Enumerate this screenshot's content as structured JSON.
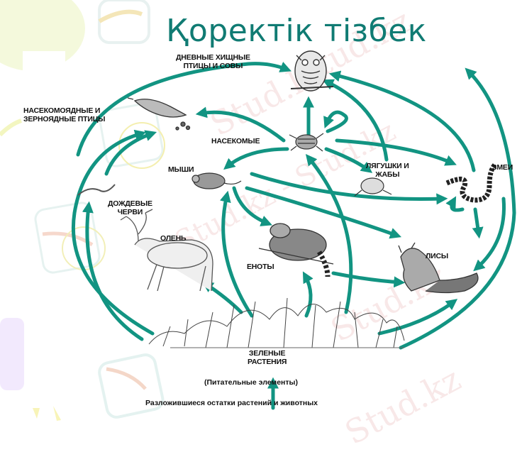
{
  "slide": {
    "title": "Қоректік тізбек",
    "accent_color": "#107b73",
    "arrow_color": "#129482"
  },
  "organisms": {
    "raptors": "ДНЕВНЫЕ ХИЩНЫЕ",
    "raptors_line2": "ПТИЦЫ И СОВЫ",
    "birds": "НАСЕКОМОЯДНЫЕ И",
    "birds_line2": "ЗЕРНОЯДНЫЕ ПТИЦЫ",
    "insects": "НАСЕКОМЫЕ",
    "mice": "МЫШИ",
    "frogs": "ЛЯГУШКИ  И",
    "frogs_line2": "ЖАБЫ",
    "snakes": "ЗМЕИ",
    "worms": "ДОЖДЕВЫЕ",
    "worms_line2": "ЧЕРВИ",
    "deer": "ОЛЕНЬ",
    "raccoons": "ЕНОТЫ",
    "foxes": "ЛИСЫ",
    "plants": "ЗЕЛЕНЫЕ",
    "plants_line2": "РАСТЕНИЯ"
  },
  "footer": {
    "nutrients": "(Питательные элементы)",
    "decomposed": "Разложившиеся остатки  растений и  животных"
  },
  "watermarks": [
    "Stud.kz",
    "Stud.kz",
    "Stud.kz - Stud.kz",
    "Stud.kz",
    "Stud.kz"
  ]
}
